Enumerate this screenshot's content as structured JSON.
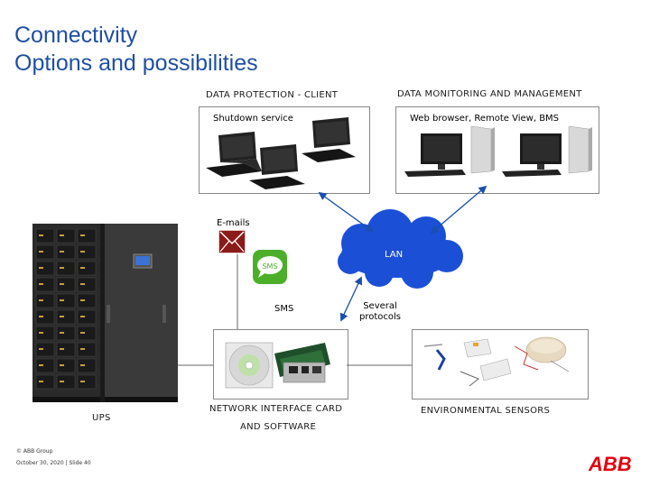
{
  "slide": {
    "title_line1": "Connectivity",
    "title_line2": "Options and possibilities"
  },
  "headings": {
    "data_protection": "DATA PROTECTION - CLIENT",
    "data_monitoring": "DATA MONITORING AND MANAGEMENT",
    "nic_line1": "NETWORK INTERFACE CARD",
    "nic_line2": "AND SOFTWARE",
    "env_sensors": "ENVIRONMENTAL SENSORS",
    "ups": "UPS"
  },
  "labels": {
    "shutdown_service": "Shutdown service",
    "web_browser": "Web browser, Remote View, BMS",
    "emails": "E-mails",
    "lan": "LAN",
    "sms_icon": "SMS",
    "sms": "SMS",
    "protocols_line1": "Several",
    "protocols_line2": "protocols"
  },
  "footer": {
    "copyright": "© ABB Group",
    "date_slide": "October 30, 2020 | Slide 40",
    "logo_text": "ABB"
  },
  "colors": {
    "title": "#1f4fa3",
    "cloud": "#1b4fd6",
    "arrow": "#1a4fb0",
    "sms_green": "#4caf2a",
    "abb_red": "#e3000f"
  },
  "icons": [
    "laptop-icon",
    "desktop-computer-icon",
    "envelope-icon",
    "sms-icon",
    "cd-icon",
    "network-card-icon",
    "sensor-icon",
    "ups-cabinet-icon"
  ]
}
